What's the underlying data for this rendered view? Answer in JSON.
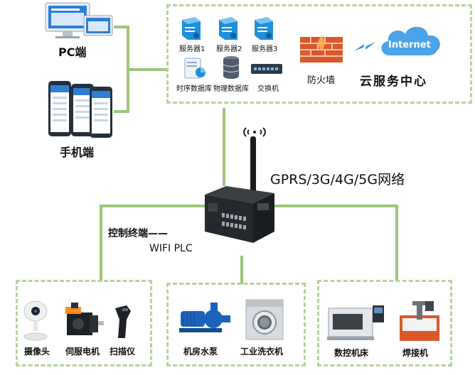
{
  "clients": {
    "pc_label": "PC端",
    "mobile_label": "手机端"
  },
  "cloud": {
    "servers": [
      "服务器1",
      "服务器2",
      "服务器3"
    ],
    "db_time_label": "时序数据库",
    "db_physical_label": "物理数据库",
    "switch_label": "交换机",
    "firewall_label": "防火墙",
    "internet_label": "Internet",
    "center_label": "云服务中心"
  },
  "network_label": "GPRS/3G/4G/5G网络",
  "controller": {
    "line1": "控制终端——",
    "line2": "WIFI PLC"
  },
  "devices": [
    {
      "label": "摄像头"
    },
    {
      "label": "伺服电机"
    },
    {
      "label": "扫描仪"
    },
    {
      "label": "机房水泵"
    },
    {
      "label": "工业洗衣机"
    },
    {
      "label": "数控机床"
    },
    {
      "label": "焊接机"
    }
  ],
  "colors": {
    "line": "#9cc67a",
    "dash": "#b5d39a",
    "server_blue": "#1e8fd8"
  }
}
